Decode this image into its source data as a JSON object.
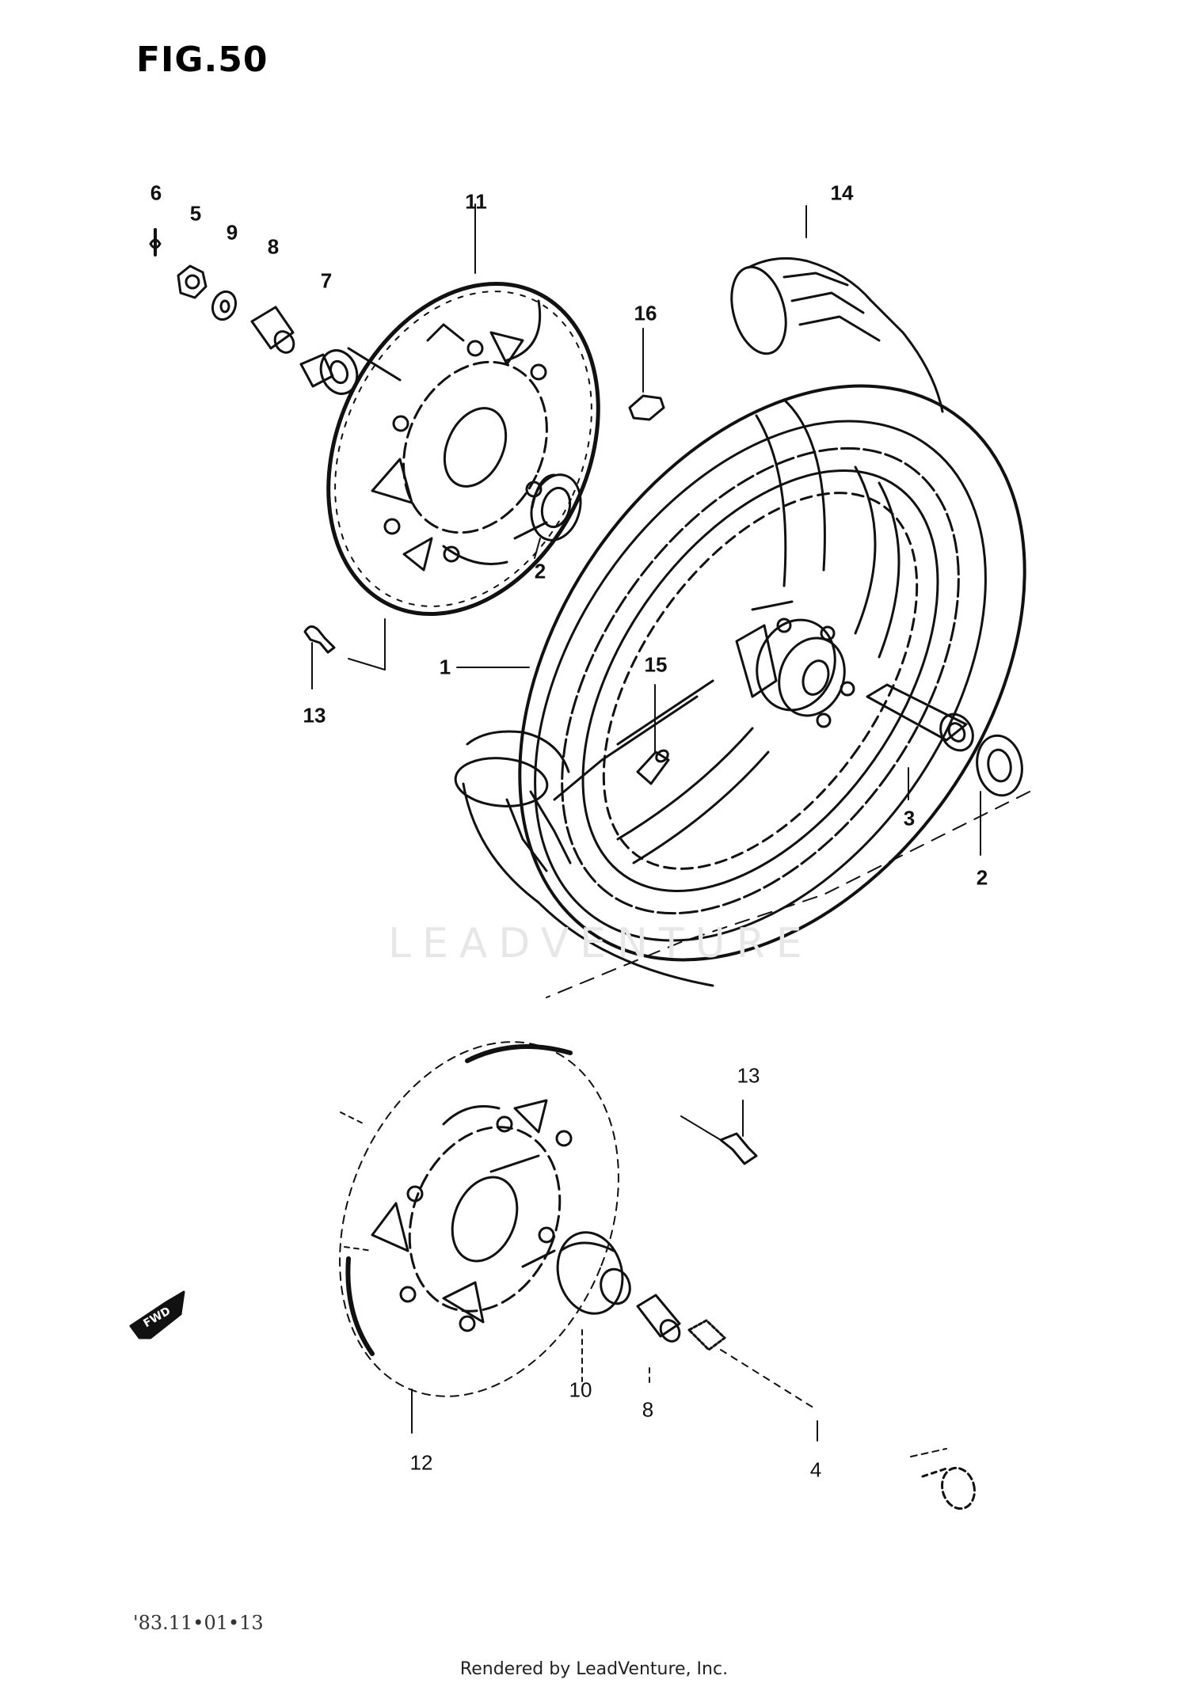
{
  "figure": {
    "title": "FIG.50",
    "footer": "Rendered by LeadVenture, Inc.",
    "watermark": "LEADVENTURE",
    "drawing_code": "'83.11•01•13",
    "fwd_label": "FWD"
  },
  "callouts": {
    "c1": "1",
    "c2a": "2",
    "c2b": "2",
    "c3": "3",
    "c4": "4",
    "c5": "5",
    "c6": "6",
    "c7": "7",
    "c8a": "8",
    "c8b": "8",
    "c9": "9",
    "c10": "10",
    "c11": "11",
    "c12": "12",
    "c13a": "13",
    "c13b": "13",
    "c14": "14",
    "c15": "15",
    "c16": "16"
  }
}
